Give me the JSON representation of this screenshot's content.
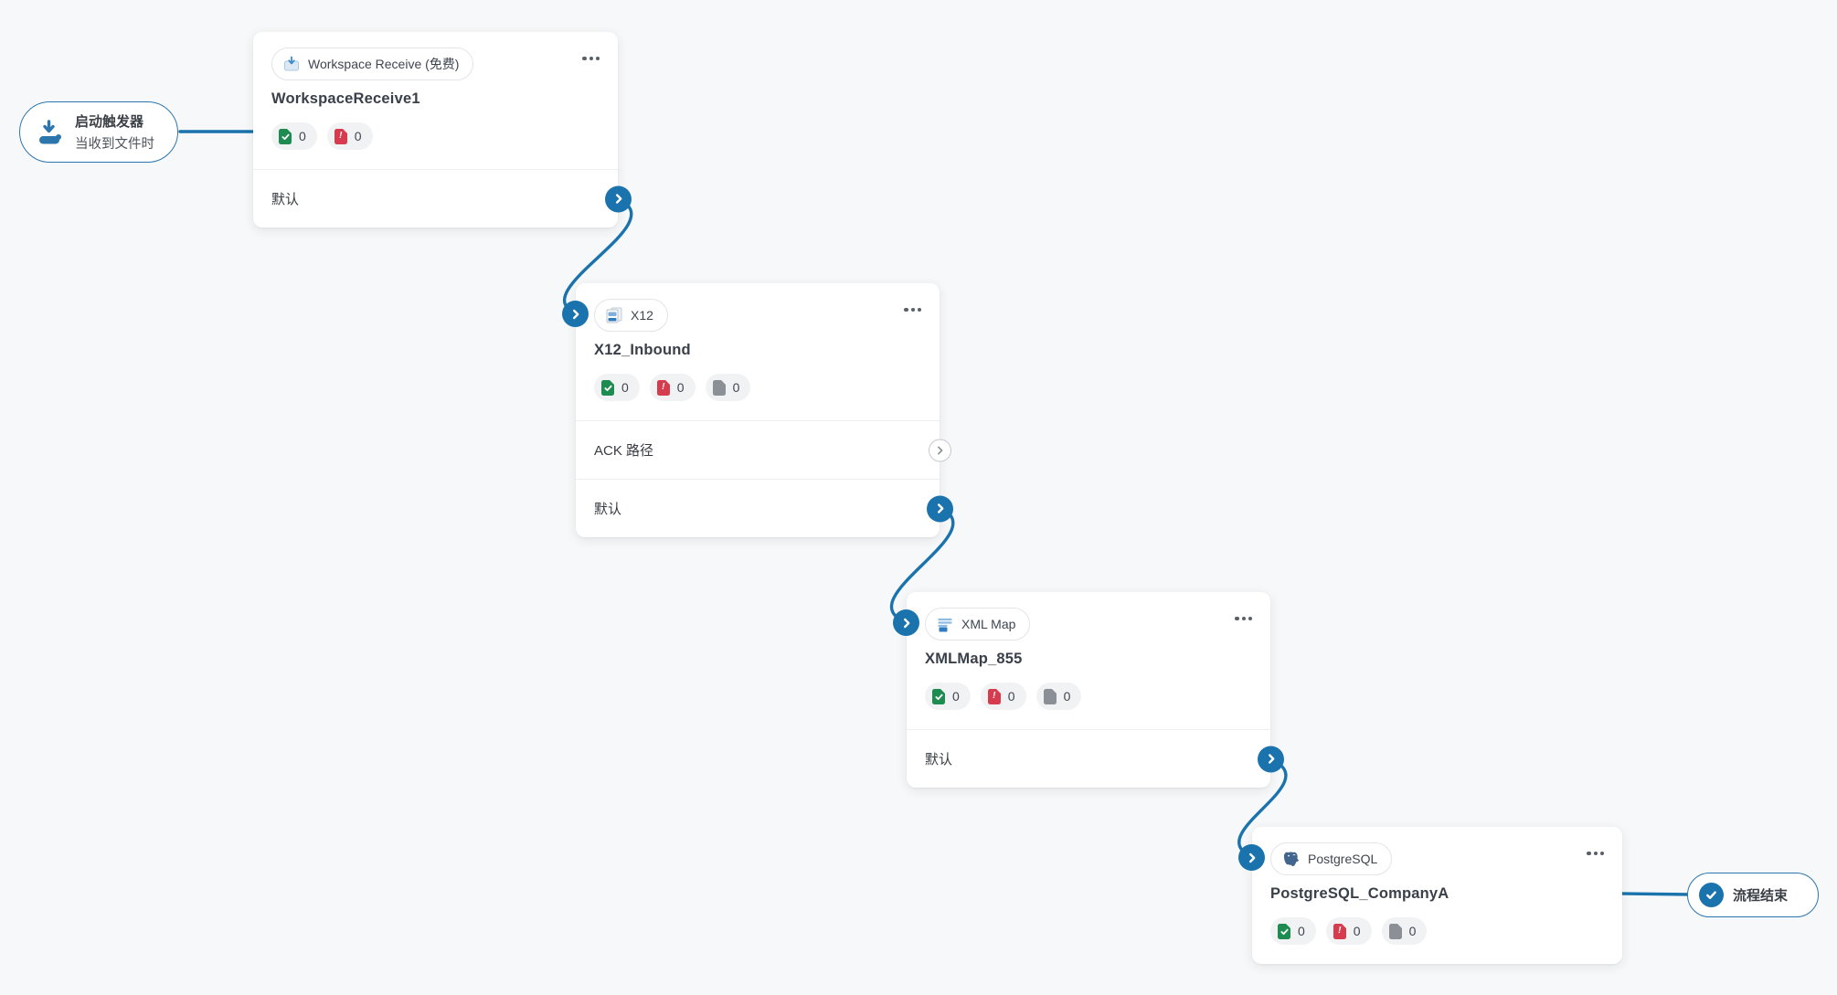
{
  "app": {
    "background_color": "#f7f8f9",
    "accent_blue": "#1a73ad",
    "status_colors": {
      "success": "#1e8b50",
      "error": "#d63c4d",
      "neutral": "#8b9097"
    }
  },
  "trigger": {
    "icon": "download-tray-icon",
    "title": "启动触发器",
    "subtitle": "当收到文件时"
  },
  "end_node": {
    "icon": "check-circle-icon",
    "label": "流程结束"
  },
  "nodes": [
    {
      "type_label": "Workspace Receive (免费)",
      "type_icon": "workspace-receive-icon",
      "title": "WorkspaceReceive1",
      "counters": [
        {
          "kind": "success",
          "value": "0"
        },
        {
          "kind": "error",
          "value": "0"
        }
      ],
      "routes": [
        {
          "label": "默认",
          "connected": true
        }
      ]
    },
    {
      "type_label": "X12",
      "type_icon": "x12-document-icon",
      "title": "X12_Inbound",
      "counters": [
        {
          "kind": "success",
          "value": "0"
        },
        {
          "kind": "error",
          "value": "0"
        },
        {
          "kind": "neutral",
          "value": "0"
        }
      ],
      "routes": [
        {
          "label": "ACK 路径",
          "connected": false
        },
        {
          "label": "默认",
          "connected": true
        }
      ]
    },
    {
      "type_label": "XML Map",
      "type_icon": "xml-map-icon",
      "title": "XMLMap_855",
      "counters": [
        {
          "kind": "success",
          "value": "0"
        },
        {
          "kind": "error",
          "value": "0"
        },
        {
          "kind": "neutral",
          "value": "0"
        }
      ],
      "routes": [
        {
          "label": "默认",
          "connected": true
        }
      ]
    },
    {
      "type_label": "PostgreSQL",
      "type_icon": "postgresql-icon",
      "title": "PostgreSQL_CompanyA",
      "counters": [
        {
          "kind": "success",
          "value": "0"
        },
        {
          "kind": "error",
          "value": "0"
        },
        {
          "kind": "neutral",
          "value": "0"
        }
      ],
      "routes": []
    }
  ]
}
